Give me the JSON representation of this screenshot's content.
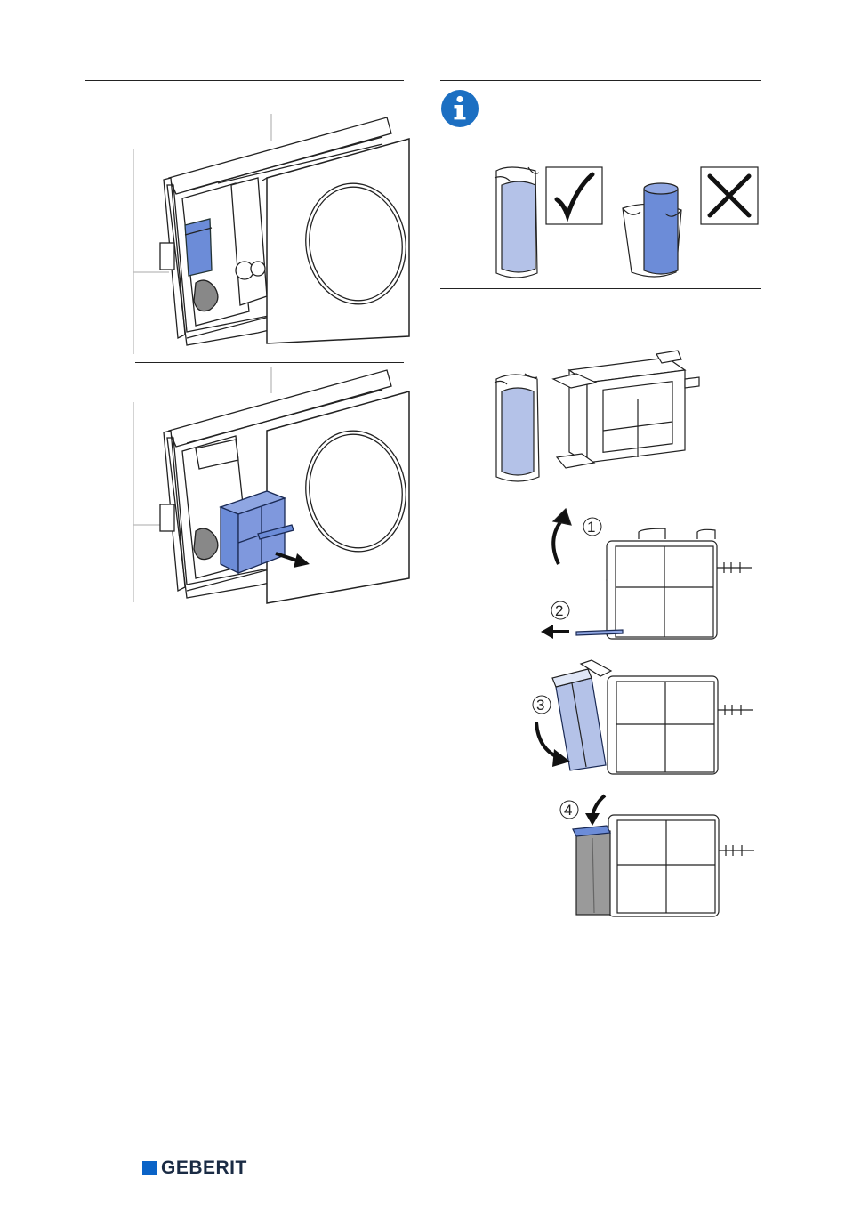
{
  "steps": [
    "1",
    "2",
    "3",
    "4"
  ],
  "brand": {
    "name": "GEBERIT",
    "color": "#0a63c7"
  },
  "colors": {
    "cartridge_blue": "#b4c2e8",
    "module_blue": "#6c8cd8",
    "info_blue": "#1c6fc2",
    "line": "#222222"
  },
  "icons": {
    "info": "info-icon",
    "correct": "checkmark-icon",
    "incorrect": "cross-icon"
  }
}
